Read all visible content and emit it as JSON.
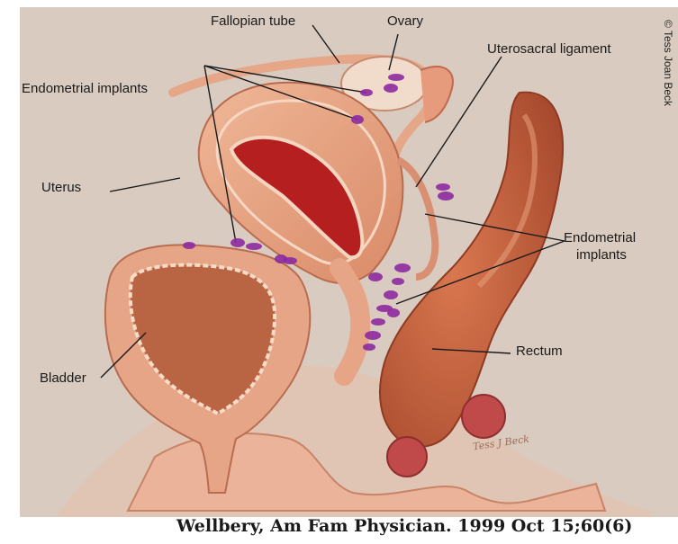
{
  "labels": {
    "fallopian_tube": "Fallopian tube",
    "ovary": "Ovary",
    "uterosacral_ligament": "Uterosacral ligament",
    "endometrial_implants_top": "Endometrial implants",
    "uterus": "Uterus",
    "endometrial_implants_right_line1": "Endometrial",
    "endometrial_implants_right_line2": "implants",
    "rectum": "Rectum",
    "bladder": "Bladder"
  },
  "copyright": "© Tess Joan Beck",
  "signature": "Tess J Beck",
  "citation": "Wellbery, Am Fam Physician. 1999 Oct 15;60(6)",
  "colors": {
    "background": "#d9cbbf",
    "tissue": "#e8a98a",
    "tissue_dark": "#c56a4c",
    "lining": "#f3d9c4",
    "implant": "#8d2aa0",
    "rectum": "#c86440",
    "blood": "#b51f1f"
  }
}
